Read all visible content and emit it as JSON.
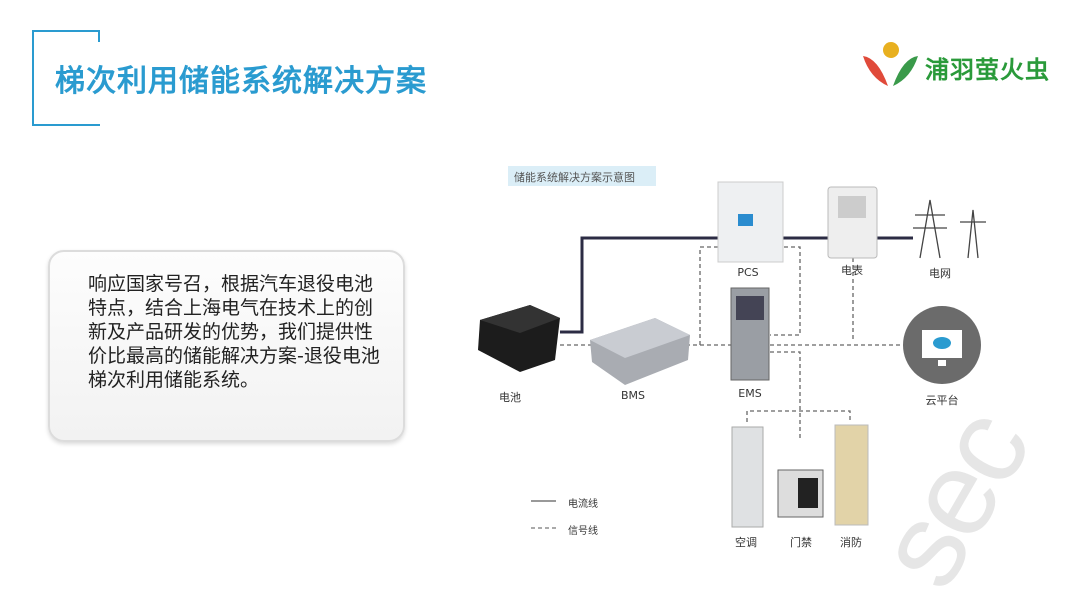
{
  "title": "梯次利用储能系统解决方案",
  "logo": {
    "text": "浦羽萤火虫"
  },
  "description": "响应国家号召，根据汽车退役电池特点，结合上海电气在技术上的创新及产品研发的优势，我们提供性价比最高的储能解决方案-退役电池梯次利用储能系统。",
  "diagram": {
    "caption": "储能系统解决方案示意图",
    "nodes": {
      "battery": "电池",
      "bms": "BMS",
      "pcs": "PCS",
      "meter": "电表",
      "grid": "电网",
      "ems": "EMS",
      "cloud": "云平台",
      "ac": "空调",
      "access": "门禁",
      "fire": "消防"
    },
    "legend": {
      "power_line": "电流线",
      "signal_line": "信号线"
    }
  },
  "watermark": "sec"
}
